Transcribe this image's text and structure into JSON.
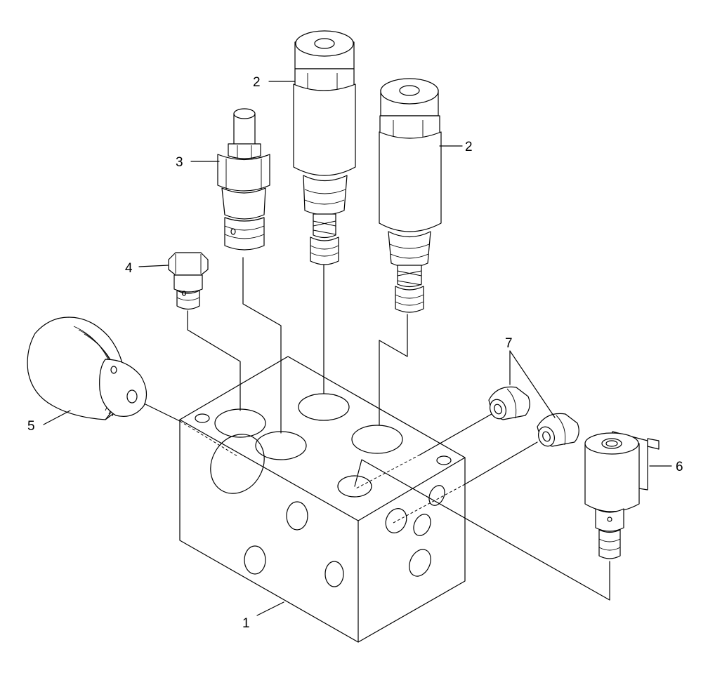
{
  "callouts": {
    "c1": "1",
    "c2a": "2",
    "c2b": "2",
    "c3": "3",
    "c4": "4",
    "c5": "5",
    "c6": "6",
    "c7": "7"
  }
}
